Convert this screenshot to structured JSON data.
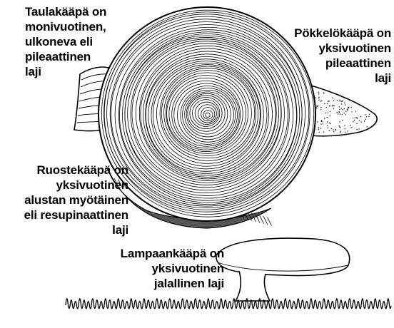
{
  "labels": {
    "taulakaapa": [
      "Taulakääpä on",
      "monivuotinen,",
      "ulkoneva eli",
      "pileaattinen",
      "laji"
    ],
    "pokkelokaapa": [
      "Pökkelökääpä on",
      "yksivuotinen",
      "pileaattinen",
      "laji"
    ],
    "ruostekaapa": [
      "Ruostekääpä on",
      "yksivuotinen",
      "alustan myötäinen",
      "eli resupinaattinen",
      "laji"
    ],
    "lampaankaapa": [
      "Lampaankääpä on",
      "yksivuotinen",
      "jalallinen laji"
    ]
  }
}
